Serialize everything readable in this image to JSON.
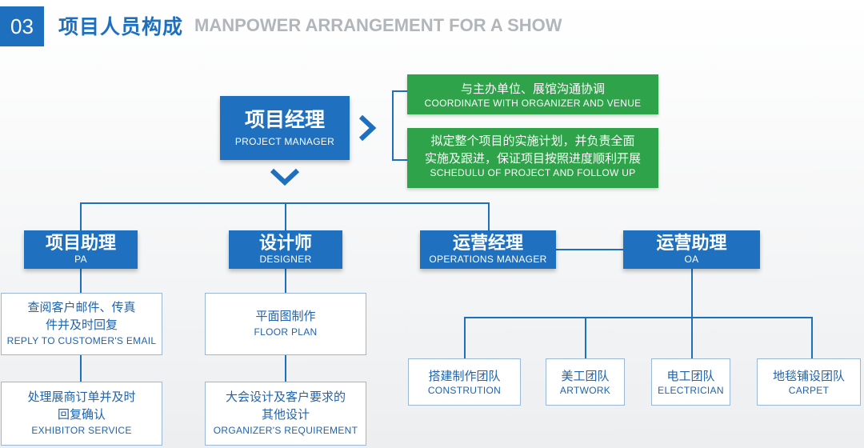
{
  "header": {
    "number": "03",
    "title": "项目人员构成",
    "subtitle": "MANPOWER ARRANGEMENT FOR A SHOW"
  },
  "manager": {
    "zh": "项目经理",
    "en": "PROJECT MANAGER"
  },
  "duties": [
    {
      "zh1": "与主办单位、展馆沟通协调",
      "zh2": "",
      "en": "COORDINATE WITH ORGANIZER AND VENUE"
    },
    {
      "zh1": "拟定整个项目的实施计划，并负责全面",
      "zh2": "实施及跟进，保证项目按照进度顺利开展",
      "en": "SCHEDULU OF PROJECT AND FOLLOW UP"
    }
  ],
  "roles": [
    {
      "zh": "项目助理",
      "en": "PA"
    },
    {
      "zh": "设计师",
      "en": "DESIGNER"
    },
    {
      "zh": "运营经理",
      "en": "OPERATIONS MANAGER"
    },
    {
      "zh": "运营助理",
      "en": "OA"
    }
  ],
  "pa_tasks": [
    {
      "zh1": "查阅客户邮件、传真",
      "zh2": "件并及时回复",
      "en": "REPLY TO CUSTOMER'S EMAIL"
    },
    {
      "zh1": "处理展商订单并及时",
      "zh2": "回复确认",
      "en": "EXHIBITOR SERVICE"
    }
  ],
  "designer_tasks": [
    {
      "zh1": "平面图制作",
      "zh2": "",
      "en": "FLOOR PLAN"
    },
    {
      "zh1": "大会设计及客户要求的",
      "zh2": "其他设计",
      "en": "ORGANIZER'S REQUIREMENT"
    }
  ],
  "teams": [
    {
      "zh": "搭建制作团队",
      "en": "CONSTRUTION"
    },
    {
      "zh": "美工团队",
      "en": "ARTWORK"
    },
    {
      "zh": "电工团队",
      "en": "ELECTRICIAN"
    },
    {
      "zh": "地毯铺设团队",
      "en": "CARPET"
    }
  ],
  "colors": {
    "blue": "#1f70bf",
    "green": "#2ea34a",
    "text_blue": "#1f63ad"
  }
}
